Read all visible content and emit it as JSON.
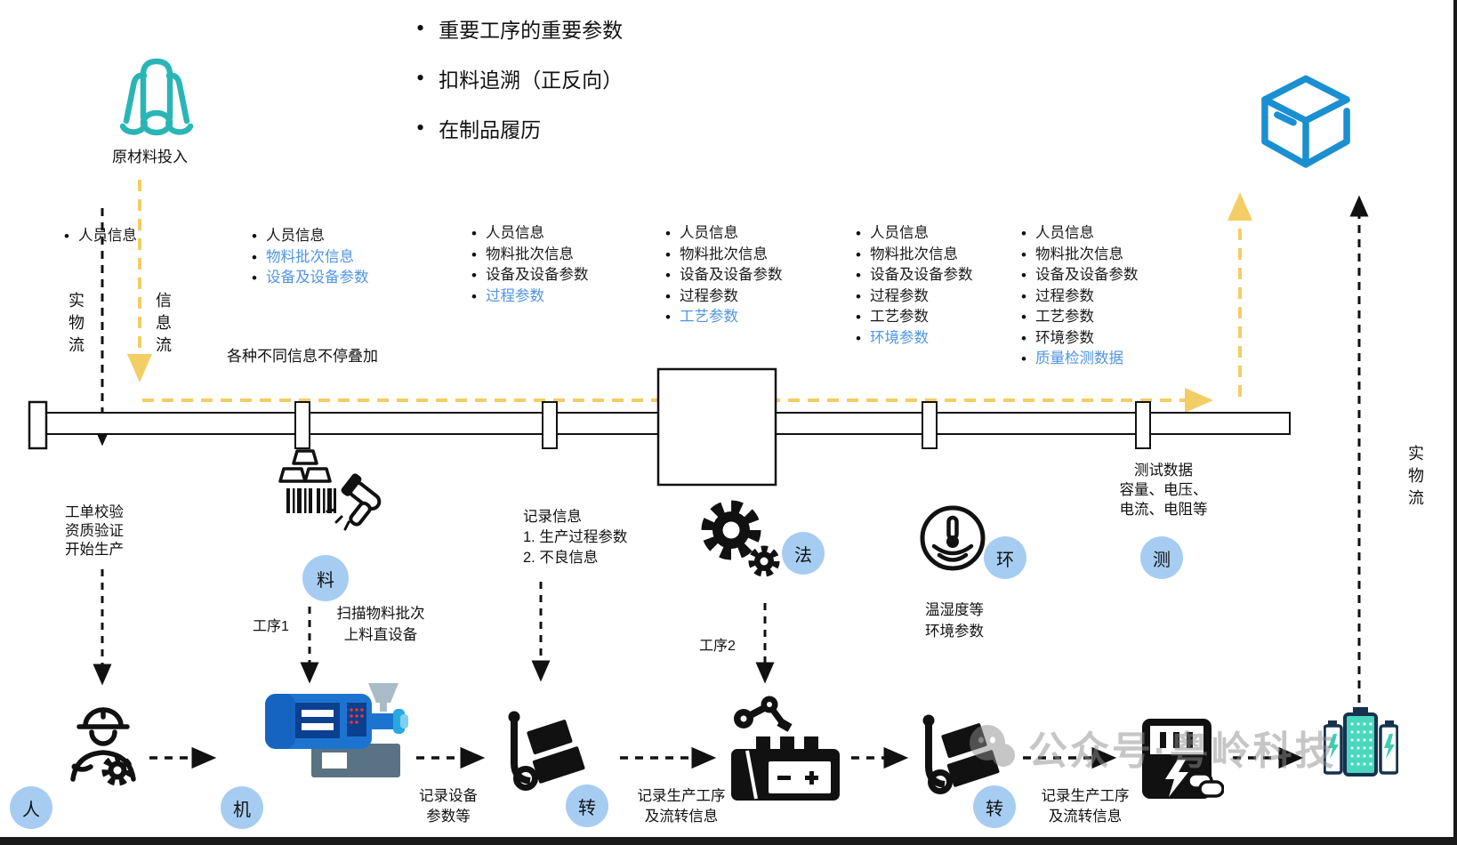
{
  "header_bullets": {
    "b1": "重要工序的重要参数",
    "b2": "扣料追溯（正反向）",
    "b3": "在制品履历"
  },
  "raw_material": {
    "label": "原材料投入"
  },
  "flow_labels": {
    "physical_left": "实物流",
    "info_left": "信息流",
    "physical_right": "实物流"
  },
  "timeline_note": "各种不同信息不停叠加",
  "columns": {
    "c1": {
      "i1": "人员信息"
    },
    "c2": {
      "i1": "人员信息",
      "i2": "物料批次信息",
      "i3": "设备及设备参数"
    },
    "c3": {
      "i1": "人员信息",
      "i2": "物料批次信息",
      "i3": "设备及设备参数",
      "i4": "过程参数"
    },
    "c4": {
      "i1": "人员信息",
      "i2": "物料批次信息",
      "i3": "设备及设备参数",
      "i4": "过程参数",
      "i5": "工艺参数"
    },
    "c5": {
      "i1": "人员信息",
      "i2": "物料批次信息",
      "i3": "设备及设备参数",
      "i4": "过程参数",
      "i5": "工艺参数",
      "i6": "环境参数"
    },
    "c6": {
      "i1": "人员信息",
      "i2": "物料批次信息",
      "i3": "设备及设备参数",
      "i4": "过程参数",
      "i5": "工艺参数",
      "i6": "环境参数",
      "i7": "质量检测数据"
    }
  },
  "station_validate": {
    "l1": "工单校验",
    "l2": "资质验证",
    "l3": "开始生产"
  },
  "material": {
    "badge": "料",
    "l1": "扫描物料批次",
    "l2": "上料直设备"
  },
  "process1_label": "工序1",
  "process2_label": "工序2",
  "record_info": {
    "l1": "记录信息",
    "l2": "1. 生产过程参数",
    "l3": "2. 不良信息"
  },
  "method": {
    "badge": "法"
  },
  "environment": {
    "badge": "环",
    "l1": "温湿度等",
    "l2": "环境参数"
  },
  "test": {
    "badge": "测",
    "l1": "测试数据",
    "l2": "容量、电压、",
    "l3": "电流、电阻等"
  },
  "person": {
    "badge": "人"
  },
  "machine": {
    "badge": "机"
  },
  "transfer1": {
    "badge": "转",
    "l1": "记录生产工序",
    "l2": "及流转信息"
  },
  "transfer2": {
    "badge": "转",
    "l1": "记录生产工序",
    "l2": "及流转信息"
  },
  "record_device": {
    "l1": "记录设备",
    "l2": "参数等"
  },
  "watermark": "公众号·粤岭科技",
  "colors": {
    "link_blue": "#4f95e5",
    "flow_yellow": "#f3cd66",
    "badge_blue": "#a6cdf1",
    "raw_material_teal": "#2ab5b5",
    "cube_blue": "#1a8fd1",
    "machine_blue": "#1c74d0",
    "battery_teal": "#49d8bd"
  }
}
